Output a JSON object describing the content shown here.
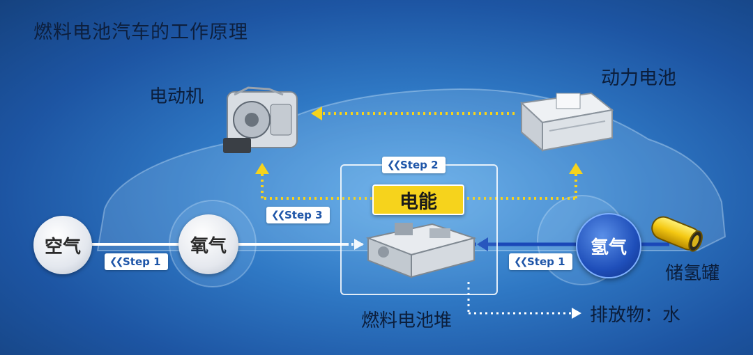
{
  "title": "燃料电池汽车的工作原理",
  "labels": {
    "motor": "电动机",
    "battery": "动力电池",
    "stack": "燃料电池堆",
    "tank": "储氢罐",
    "exhaust": "排放物：水"
  },
  "nodes": {
    "air": "空气",
    "oxygen": "氧气",
    "hydrogen": "氢气",
    "energy": "电能"
  },
  "steps": {
    "left": "Step 1",
    "right": "Step 1",
    "middle": "Step 2",
    "upper": "Step 3"
  },
  "colors": {
    "energy_path": "#f6d31c",
    "hydrogen_path": "#1a48b8",
    "air_path": "#ffffff"
  }
}
